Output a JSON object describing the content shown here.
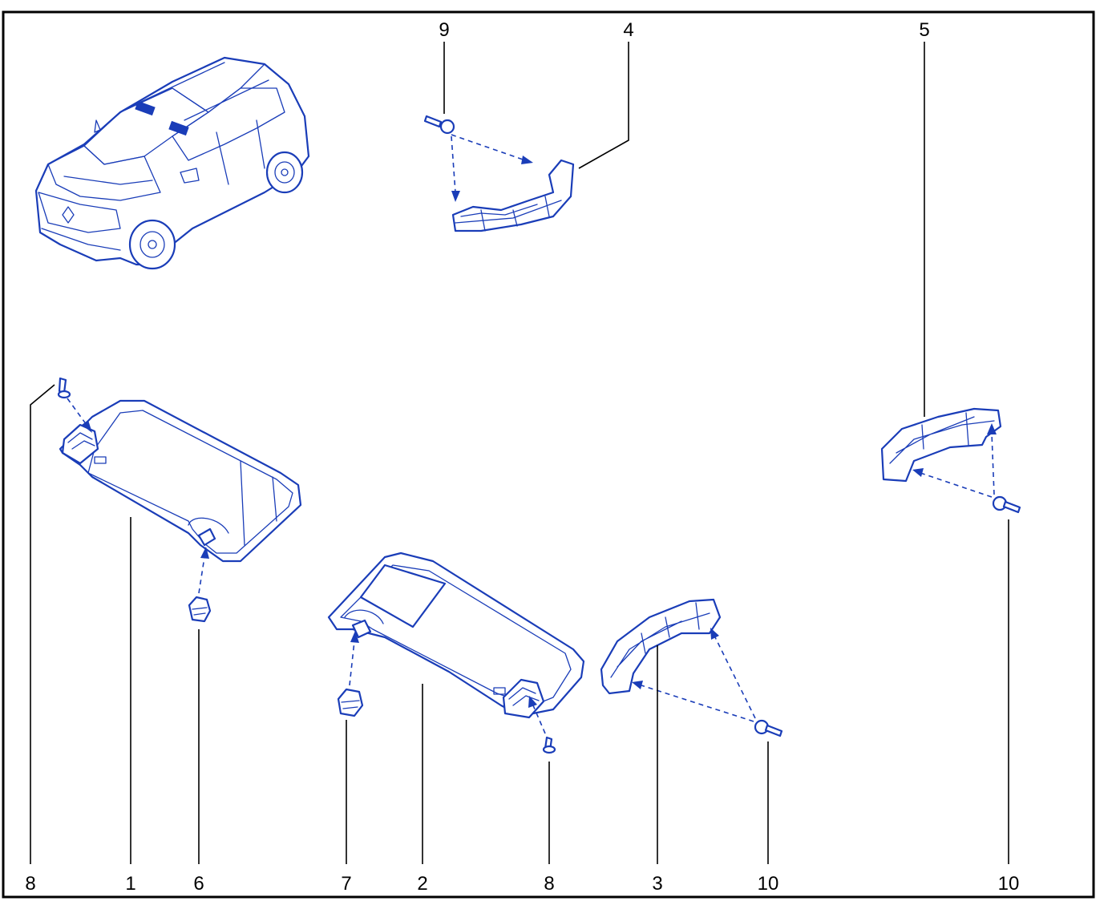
{
  "diagram": {
    "colors": {
      "line": "#1a3db8",
      "text": "#000000",
      "frame": "#000000",
      "background": "#ffffff"
    },
    "parts": [
      {
        "id": "car",
        "kind": "vehicle-overview"
      },
      {
        "id": "visor-left",
        "kind": "sun-visor"
      },
      {
        "id": "visor-right",
        "kind": "sun-visor"
      },
      {
        "id": "handle-top",
        "kind": "grab-handle"
      },
      {
        "id": "handle-right",
        "kind": "grab-handle"
      },
      {
        "id": "handle-mid",
        "kind": "grab-handle"
      },
      {
        "id": "clip-left",
        "kind": "visor-clip"
      },
      {
        "id": "clip-mid",
        "kind": "visor-clip"
      },
      {
        "id": "screw-top",
        "kind": "screw"
      },
      {
        "id": "screw-left",
        "kind": "screw"
      },
      {
        "id": "screw-mid",
        "kind": "screw"
      },
      {
        "id": "bolt-mid",
        "kind": "bolt"
      },
      {
        "id": "bolt-right",
        "kind": "bolt"
      }
    ],
    "callouts": [
      {
        "id": "c8a",
        "label": "8"
      },
      {
        "id": "c1",
        "label": "1"
      },
      {
        "id": "c6",
        "label": "6"
      },
      {
        "id": "c7",
        "label": "7"
      },
      {
        "id": "c2",
        "label": "2"
      },
      {
        "id": "c8b",
        "label": "8"
      },
      {
        "id": "c3",
        "label": "3"
      },
      {
        "id": "c10a",
        "label": "10"
      },
      {
        "id": "c10b",
        "label": "10"
      },
      {
        "id": "c9",
        "label": "9"
      },
      {
        "id": "c4",
        "label": "4"
      },
      {
        "id": "c5",
        "label": "5"
      }
    ]
  }
}
